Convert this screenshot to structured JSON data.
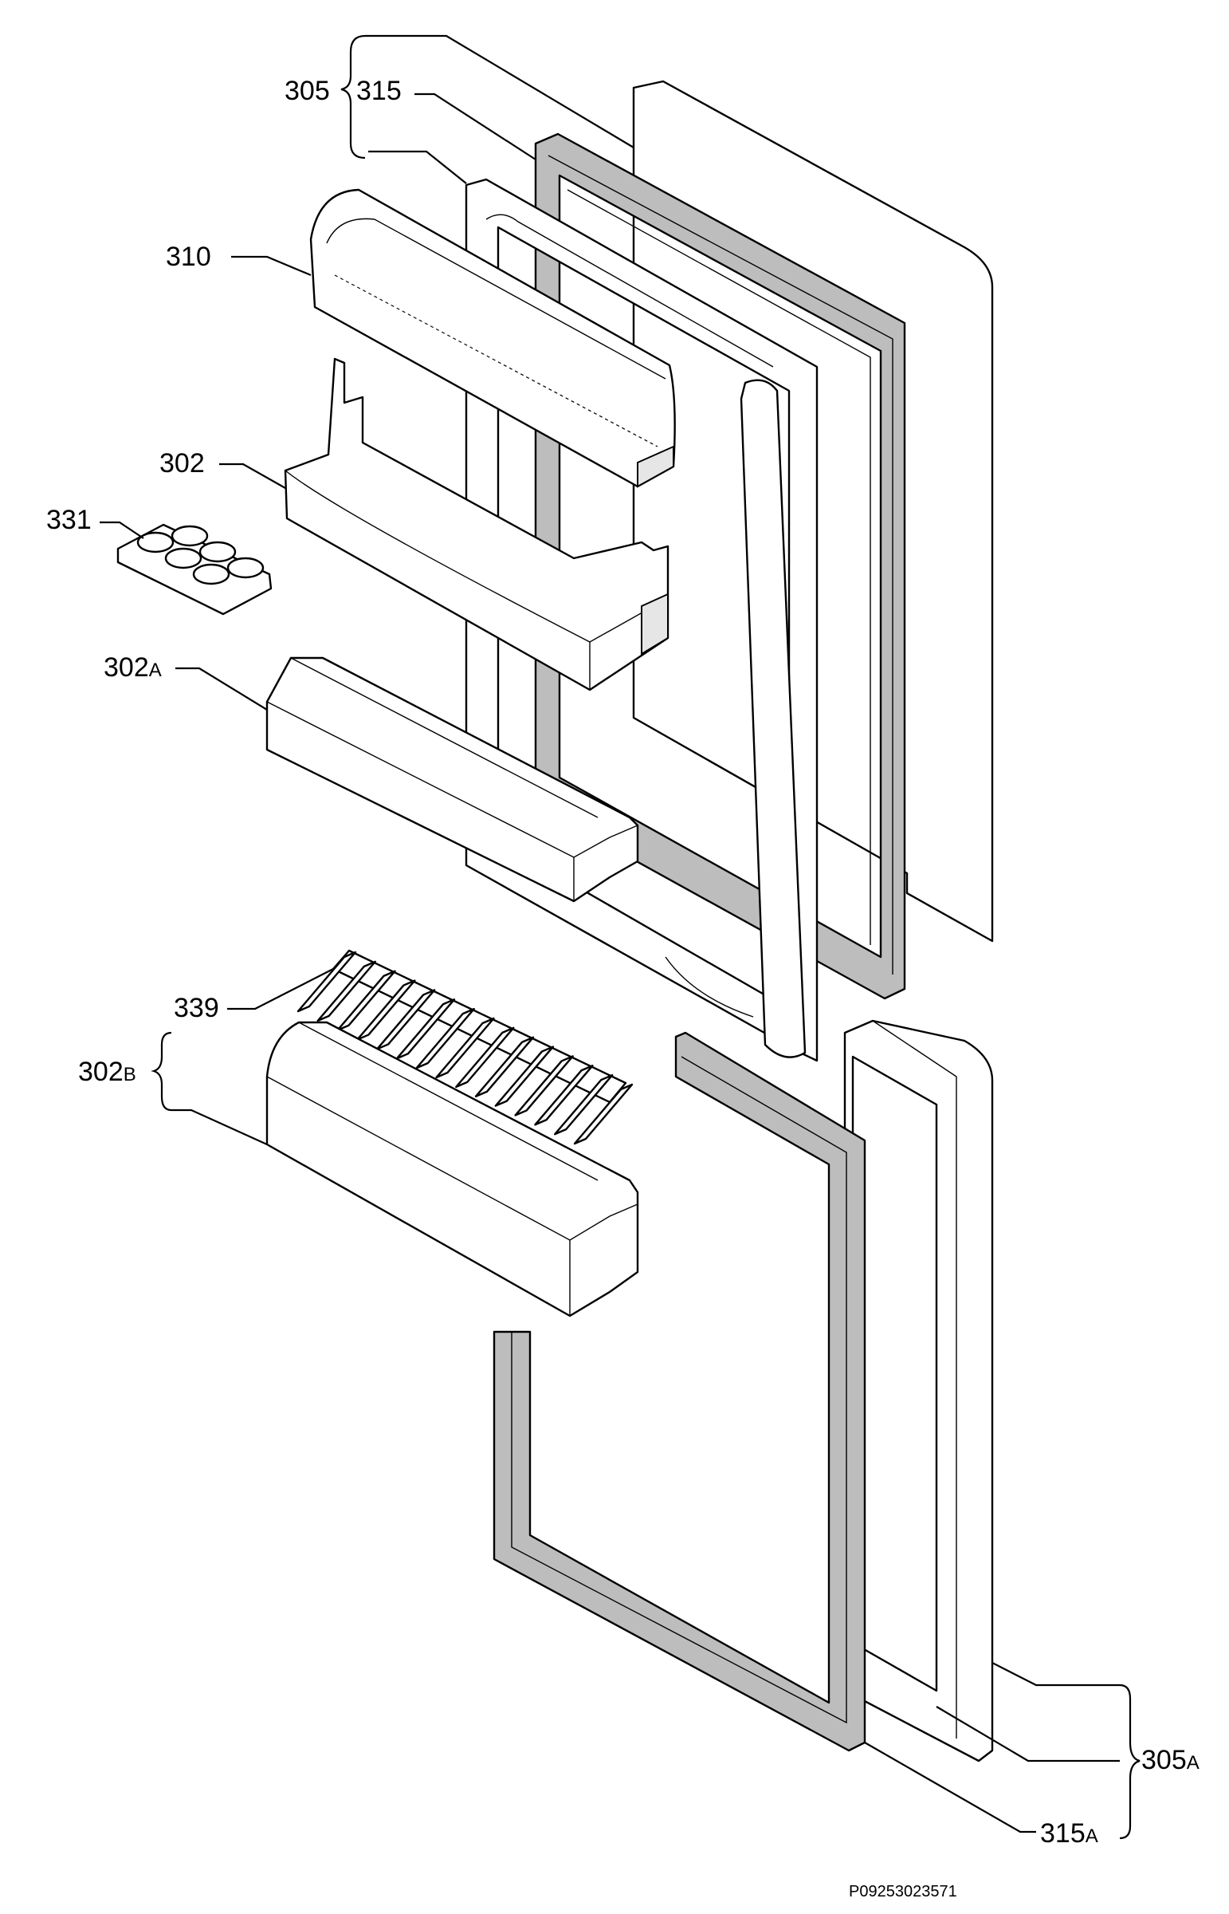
{
  "labels": {
    "p305": "305",
    "p315": "315",
    "p310": "310",
    "p302": "302",
    "p331": "331",
    "p302a_num": "302",
    "p302a_suf": "A",
    "p339": "339",
    "p302b_num": "302",
    "p302b_suf": "B",
    "p305a_num": "305",
    "p305a_suf": "A",
    "p315a_num": "315",
    "p315a_suf": "A"
  },
  "drawing_code": "P09253023571"
}
